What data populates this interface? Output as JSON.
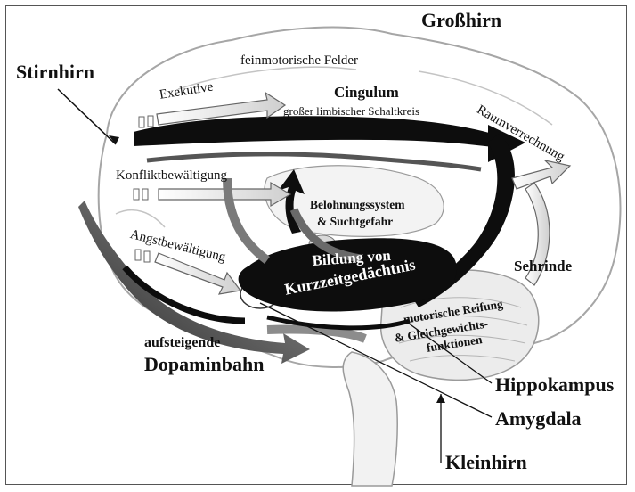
{
  "labels": {
    "grosshirn": "Großhirn",
    "stirnhirn": "Stirnhirn",
    "feinmotorik": "feinmotorische Felder",
    "exekutive": "Exekutive",
    "cingulum": "Cingulum",
    "schaltkreis": "großer limbischer Schaltkreis",
    "raumverrechnung": "Raumverrechnung",
    "konflikt": "Konfliktbewältigung",
    "belohnung_1": "Belohnungssystem",
    "belohnung_2": "& Suchtgefahr",
    "angst": "Angstbewältigung",
    "bildung_1": "Bildung von",
    "bildung_2": "Kurzzeitgedächtnis",
    "sehrinde": "Sehrinde",
    "motorisch_1": "motorische Reifung",
    "motorisch_2": "& Gleichgewichts-",
    "motorisch_3": "funktionen",
    "aufsteigende": "aufsteigende",
    "dopaminbahn": "Dopaminbahn",
    "hippokampus": "Hippokampus",
    "amygdala": "Amygdala",
    "kleinhirn": "Kleinhirn"
  },
  "colors": {
    "ink": "#111111",
    "fill_dark": "#0d0d0d",
    "fill_grey": "#7a7a7a",
    "fill_light": "#d9d9d9",
    "outline": "#9a9a9a"
  }
}
